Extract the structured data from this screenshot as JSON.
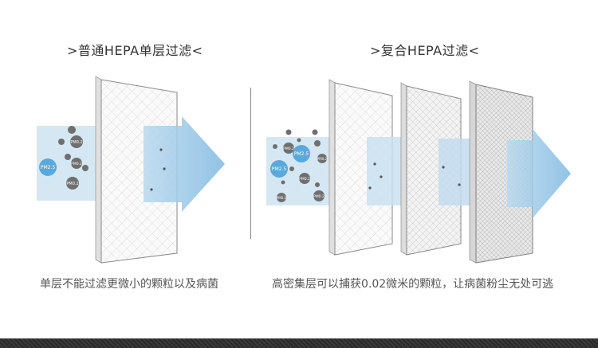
{
  "left_panel": {
    "title": ">普通HEPA单层过滤<",
    "caption": "单层不能过滤更微小的颗粒以及病菌",
    "particles": [
      {
        "label": "PM0.2",
        "kind": "dark"
      },
      {
        "label": "PM0.2",
        "kind": "dark"
      },
      {
        "label": "PM2.5",
        "kind": "blue"
      },
      {
        "label": "PM0.2",
        "kind": "dark"
      }
    ]
  },
  "right_panel": {
    "title": ">复合HEPA过滤<",
    "caption": "高密集层可以捕获0.02微米的颗粒，让病菌粉尘无处可逃",
    "particles": [
      {
        "label": "PM0.2",
        "kind": "dark"
      },
      {
        "label": "PM2.5",
        "kind": "blue"
      },
      {
        "label": "PM0.2",
        "kind": "dark"
      },
      {
        "label": "PM0.2",
        "kind": "dark"
      },
      {
        "label": "PM2.5",
        "kind": "blue"
      },
      {
        "label": "PM0.2",
        "kind": "dark"
      },
      {
        "label": "PM0.2",
        "kind": "dark"
      }
    ]
  },
  "colors": {
    "arrow": "#8fc3e6",
    "air_block": "#d5e7f3",
    "particle_blue": "#5aa9dc",
    "particle_dark": "#6f6f6f",
    "filter_frame": "#f4f4f4"
  }
}
